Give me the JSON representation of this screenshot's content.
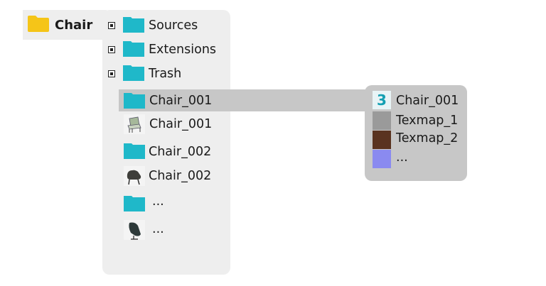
{
  "root": {
    "label": "Chair"
  },
  "tree": {
    "sources": "Sources",
    "extensions": "Extensions",
    "trash": "Trash",
    "item1_folder": "Chair_001",
    "item1_model": "Chair_001",
    "item2_folder": "Chair_002",
    "item2_model": "Chair_002",
    "more_folder": "...",
    "more_model": "..."
  },
  "details": {
    "file": "Chair_001",
    "texmap1": "Texmap_1",
    "texmap2": "Texmap_2",
    "more": "...",
    "file_icon_glyph": "3"
  },
  "colors": {
    "root_folder": "#f5c518",
    "folder": "#1fb8c9",
    "texmap1": "#9a9a9a",
    "texmap2": "#5a3320",
    "placeholder": "#8a8af0"
  },
  "icons": {
    "root": "folder-icon",
    "folder": "folder-icon",
    "model": "chair-thumbnail",
    "file": "3dsmax-file-icon"
  }
}
